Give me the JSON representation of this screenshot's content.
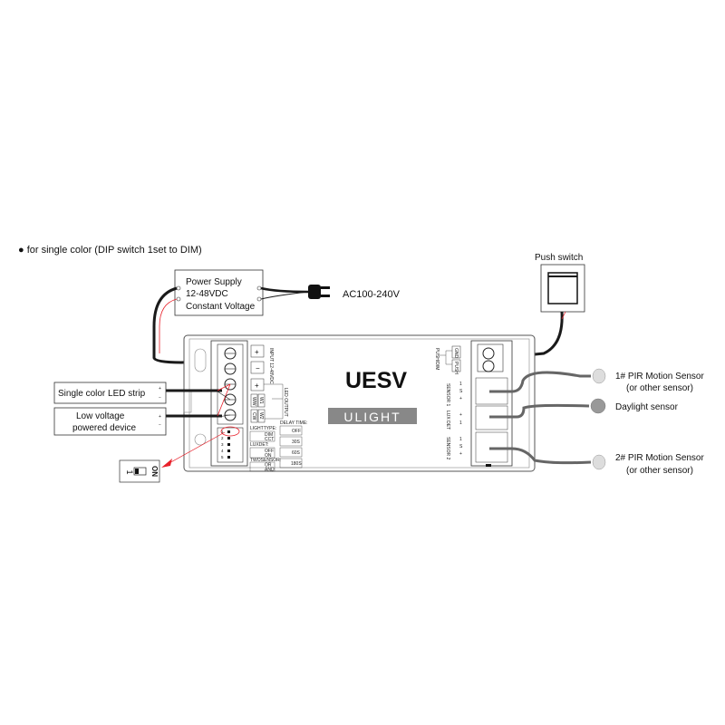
{
  "caption": "● for single color (DIP switch 1set to DIM)",
  "power_supply": {
    "lines": [
      "Power Supply",
      "12-48VDC",
      "Constant Voltage"
    ]
  },
  "ac_label": "AC100-240V",
  "push_switch_label": "Push switch",
  "controller": {
    "model": "UESV",
    "brand": "ULIGHT",
    "input_label": "INPUT 12-48VDC",
    "terminals_left": [
      "+",
      "−",
      "+",
      "W1",
      "W2"
    ],
    "terminal_side_labels": [
      "WW",
      "CW"
    ],
    "led_output_label": "LED OUTPUT",
    "dip": {
      "numbers": [
        "1",
        "2",
        "3",
        "4",
        "5"
      ],
      "light_type": {
        "title": "LIGHTTYPE:",
        "options": [
          "DIM",
          "CCT"
        ]
      },
      "luxdet": {
        "title": "LUXDET:",
        "options": [
          "OFF",
          "ON"
        ]
      },
      "twosensor": {
        "title": "TWOSENSOR:",
        "options": [
          "OR",
          "AND"
        ]
      },
      "delay_time": {
        "title": "DELAY TIME:",
        "options": [
          "OFF",
          "30S",
          "60S",
          "180S"
        ]
      }
    },
    "push_dim_label": "PUSH/DIM",
    "push_terminals": [
      "GND",
      "PUSH"
    ],
    "sensor_ports": [
      {
        "label": "SENSOR 1",
        "pins": [
          "1",
          "S",
          "+"
        ]
      },
      {
        "label": "LUX DET",
        "pins": [
          "+",
          "1"
        ]
      },
      {
        "label": "SENSOR 2",
        "pins": [
          "1",
          "S",
          "+"
        ]
      }
    ]
  },
  "loads": [
    {
      "lines": [
        "Single color LED strip"
      ],
      "pins": [
        "+",
        "−"
      ]
    },
    {
      "lines": [
        "Low voltage",
        "powered device"
      ],
      "pins": [
        "+",
        "−"
      ]
    }
  ],
  "dip_callout": {
    "number": "1",
    "state": "ON"
  },
  "sensors": [
    {
      "lines": [
        "1# PIR Motion Sensor",
        "(or other sensor)"
      ]
    },
    {
      "lines": [
        "Daylight sensor"
      ]
    },
    {
      "lines": [
        "2# PIR Motion Sensor",
        "(or other sensor)"
      ]
    }
  ],
  "colors": {
    "wire_red": "#e8202a",
    "cable": "#1a1a1a",
    "sensor_cable": "#666666"
  }
}
